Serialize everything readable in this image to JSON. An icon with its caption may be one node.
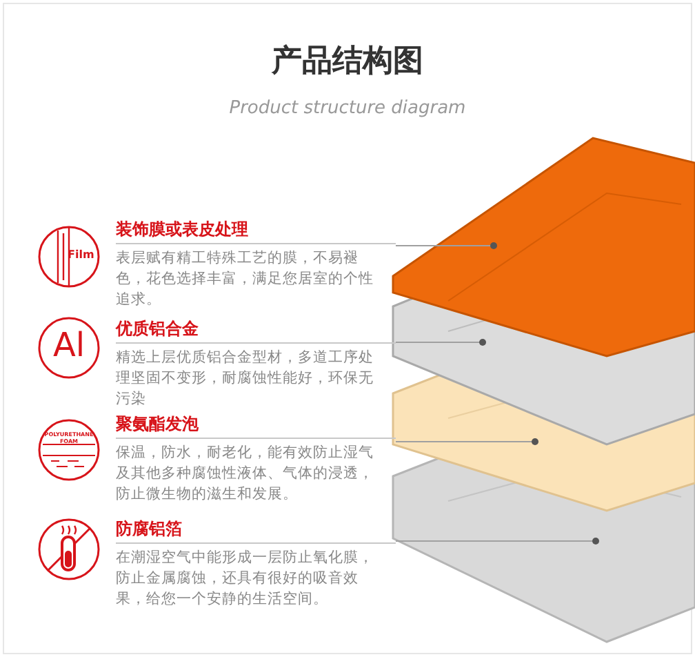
{
  "diagram": {
    "title": "产品结构图",
    "nodes": [
      {
        "text": [
          "装饰膜或表皮处理",
          "表层赋有精工特殊工艺的膜，不易褪色，花色选择丰富，满足您居室的个性追求。"
        ]
      },
      {
        "text": [
          "优质铝合金",
          "精选上层优质铝合金型材，多道工序处理坚固不变形，耐腐蚀性能好，环保无污染"
        ]
      },
      {
        "text": [
          "聚氨酯发泡",
          "保温，防水，耐老化，能有效防止湿气及其他多种腐蚀性液体、气体的浸透，防止微生物的滋生和发展。"
        ]
      },
      {
        "text": [
          "防腐铝箔",
          "在潮湿空气中能形成一层防止氧化膜，防止金属腐蚀，还具有很好的吸音效果，给您一个安静的生活空间。"
        ]
      }
    ],
    "edges": [
      {
        "from": 0,
        "to": null,
        "arrow": "other"
      },
      {
        "from": 1,
        "to": null,
        "arrow": "other"
      },
      {
        "from": 2,
        "to": null,
        "arrow": "other"
      },
      {
        "from": 3,
        "to": null,
        "arrow": "other"
      }
    ],
    "labels": [
      "Product structure diagram",
      "Film",
      "Al",
      "POLYURETHANE FOAM"
    ]
  }
}
